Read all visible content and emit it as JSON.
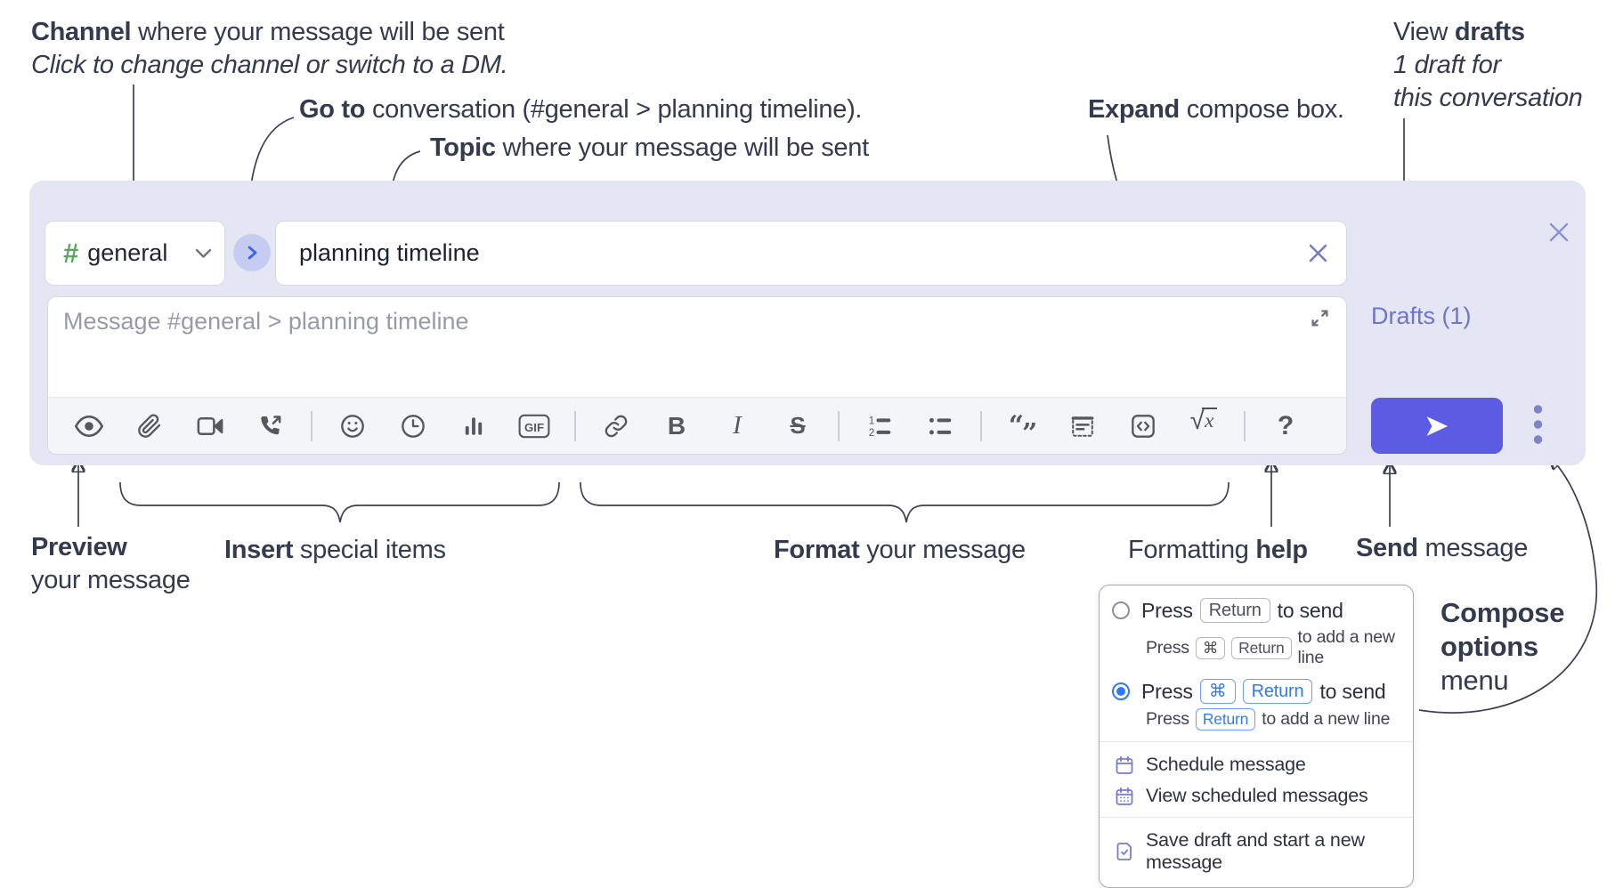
{
  "annotations": {
    "channel": {
      "bold": "Channel",
      "rest": " where your message will be sent",
      "line2": "Click to change channel or switch to a DM."
    },
    "goto": {
      "bold": "Go to",
      "rest": " conversation (#general > planning timeline)."
    },
    "topic": {
      "bold": "Topic",
      "rest": " where your message will be sent"
    },
    "expand": {
      "bold": "Expand",
      "rest": " compose box."
    },
    "drafts": {
      "pre": "View ",
      "bold": "drafts",
      "line2": "1 draft for",
      "line3": "this conversation"
    },
    "preview": {
      "bold": "Preview",
      "line2": "your message"
    },
    "insert": {
      "bold": "Insert",
      "rest": " special items"
    },
    "format": {
      "bold": "Format",
      "rest": " your message"
    },
    "help": {
      "pre": "Formatting ",
      "bold": "help"
    },
    "send": {
      "bold": "Send",
      "rest": " message"
    },
    "compose_menu": {
      "line1": "Compose",
      "line2": "options",
      "line3": "menu"
    }
  },
  "compose": {
    "channel_hash": "#",
    "channel_name": "general",
    "topic_value": "planning timeline",
    "message_placeholder": "Message #general > planning timeline",
    "drafts_link": "Drafts (1)"
  },
  "toolbar": {
    "icons": [
      "preview",
      "attach",
      "video-call",
      "audio-call",
      "emoji",
      "time",
      "poll",
      "gif",
      "link",
      "bold",
      "italic",
      "strikethrough",
      "numbered-list",
      "bulleted-list",
      "quote",
      "spoiler",
      "code",
      "math",
      "help"
    ],
    "gif_label": "GIF",
    "bold_label": "B",
    "italic_label": "I",
    "strike_label": "S",
    "quote_open": "“",
    "quote_close": "”",
    "ol_1": "1",
    "ol_2": "2",
    "sqrt": "√",
    "math_x": "x",
    "help_label": "?"
  },
  "menu": {
    "options": [
      {
        "selected": false,
        "main": {
          "pre": "Press",
          "keys": [
            "Return"
          ],
          "post": "to send"
        },
        "sub": {
          "pre": "Press",
          "keys": [
            "⌘",
            "Return"
          ],
          "post": "to add a new line"
        }
      },
      {
        "selected": true,
        "main": {
          "pre": "Press",
          "keys": [
            "⌘",
            "Return"
          ],
          "post": "to send"
        },
        "sub": {
          "pre": "Press",
          "keys": [
            "Return"
          ],
          "post": "to add a new line"
        }
      }
    ],
    "items": [
      "Schedule message",
      "View scheduled messages",
      "Save draft and start a new message"
    ]
  },
  "colors": {
    "compose_bg": "#e4e6f4",
    "accent_indigo": "#5b5ce3",
    "link_purple": "#6f74cb",
    "hash_green": "#57a95f",
    "key_blue": "#2e7bf5",
    "annotation_text": "#343b4f"
  }
}
